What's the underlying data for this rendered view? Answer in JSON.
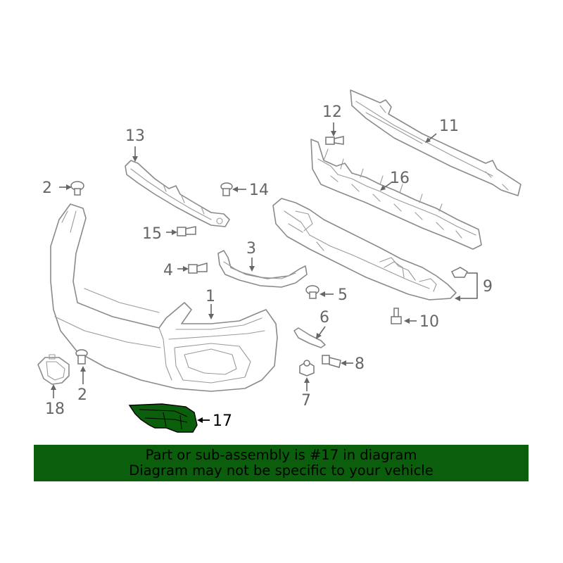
{
  "diagram": {
    "callouts": [
      {
        "id": "1",
        "label": "1"
      },
      {
        "id": "2a",
        "label": "2"
      },
      {
        "id": "2b",
        "label": "2"
      },
      {
        "id": "3",
        "label": "3"
      },
      {
        "id": "4",
        "label": "4"
      },
      {
        "id": "5",
        "label": "5"
      },
      {
        "id": "6",
        "label": "6"
      },
      {
        "id": "7",
        "label": "7"
      },
      {
        "id": "8",
        "label": "8"
      },
      {
        "id": "9",
        "label": "9"
      },
      {
        "id": "10",
        "label": "10"
      },
      {
        "id": "11",
        "label": "11"
      },
      {
        "id": "12",
        "label": "12"
      },
      {
        "id": "13",
        "label": "13"
      },
      {
        "id": "14",
        "label": "14"
      },
      {
        "id": "15",
        "label": "15"
      },
      {
        "id": "16",
        "label": "16"
      },
      {
        "id": "17",
        "label": "17"
      },
      {
        "id": "18",
        "label": "18"
      }
    ],
    "highlight_color": "#0b5e0b",
    "part_color": "#8a8a8a"
  },
  "banner": {
    "line1": "Part or sub-assembly is #17 in diagram",
    "line2": "Diagram may not be specific to your vehicle",
    "background": "#0b5e0b"
  }
}
